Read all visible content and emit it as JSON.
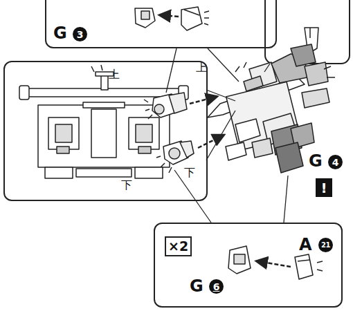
{
  "diagram": {
    "nodes": [
      {
        "text": [
          "G",
          "3"
        ]
      },
      {
        "text": [
          "上",
          "下"
        ]
      },
      {
        "text": [
          "×2",
          "G",
          "6",
          "A",
          "21"
        ]
      }
    ],
    "labels": [
      "上",
      "下",
      "G",
      "4",
      "!"
    ]
  }
}
